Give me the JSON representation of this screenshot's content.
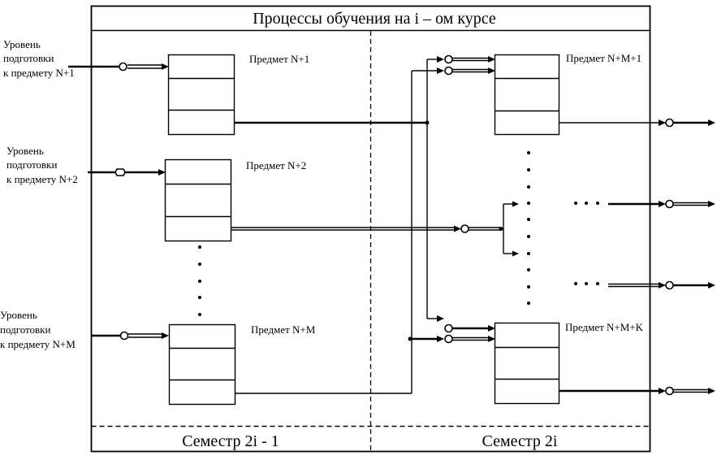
{
  "title": "Процессы обучения на i – ом курсе",
  "semesters": {
    "left": "Семестр 2i - 1",
    "right": "Семестр 2i"
  },
  "inputs": [
    {
      "line1": "Уровень",
      "line2": "подготовки",
      "line3": "к  предмету N+1"
    },
    {
      "line1": "Уровень",
      "line2": "подготовки",
      "line3": "к  предмету N+2"
    },
    {
      "line1": "Уровень",
      "line2": "подготовки",
      "line3": "к  предмету N+M"
    }
  ],
  "subjects": {
    "left": [
      "Предмет N+1",
      "Предмет N+2",
      "Предмет N+M"
    ],
    "right": [
      "Предмет N+M+1",
      "Предмет N+M+K"
    ]
  }
}
